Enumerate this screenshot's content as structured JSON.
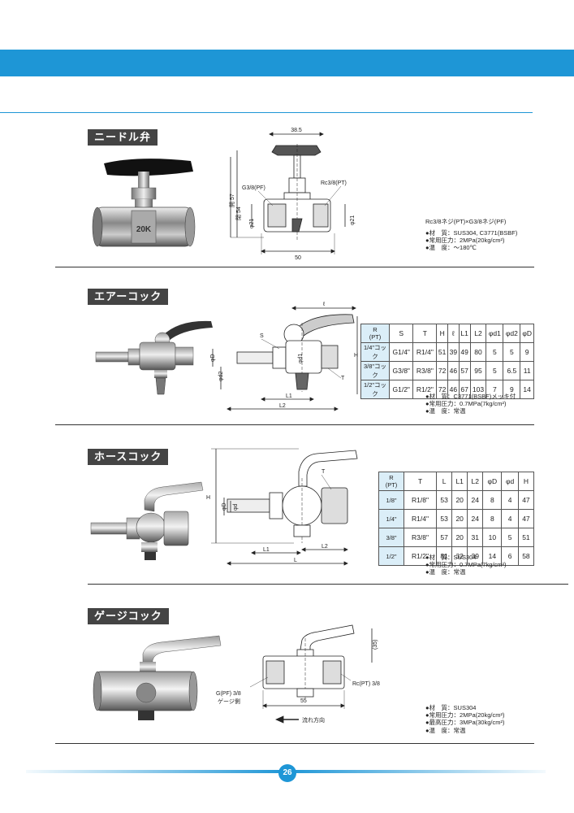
{
  "sections": {
    "needle": {
      "title": "ニードル弁",
      "dims": {
        "width_top": "38.5",
        "width_bottom": "50",
        "port_left": "G3/8(PF)",
        "port_right": "Rc3/8(PT)",
        "h_open": "開 57",
        "h_close": "閉 54",
        "dia_left": "φ21",
        "dia_right": "φ21"
      },
      "note": "Rc3/8ネジ(PT)×G3/8ネジ(PF)",
      "specs": [
        "●材　質：SUS304, C3771(BSBF)",
        "●常用圧力：2MPa(20kg/cm²)",
        "●温　度：〜180℃"
      ],
      "photo_mark": "20K"
    },
    "air": {
      "title": "エアーコック",
      "dims": {
        "l": "ℓ",
        "s": "S",
        "h": "H",
        "d": "φD",
        "d1": "φd1",
        "d2": "φd2",
        "t": "T",
        "l1": "L1",
        "l2": "L2"
      },
      "table": {
        "headers": [
          "R\n(PT)",
          "S",
          "T",
          "H",
          "ℓ",
          "L1",
          "L2",
          "φd1",
          "φd2",
          "φD"
        ],
        "rows": [
          [
            "1/4\"コック",
            "G1/4\"",
            "R1/4\"",
            "51",
            "39",
            "49",
            "80",
            "5",
            "5",
            "9"
          ],
          [
            "3/8\"コック",
            "G3/8\"",
            "R3/8\"",
            "72",
            "46",
            "57",
            "95",
            "5",
            "6.5",
            "11"
          ],
          [
            "1/2\"コック",
            "G1/2\"",
            "R1/2\"",
            "72",
            "46",
            "67",
            "103",
            "7",
            "9",
            "14"
          ]
        ]
      },
      "specs": [
        "●材　質：C3771(BSBF)メッキ付",
        "●常用圧力：0.7MPa(7kg/cm²)",
        "●温　度：常温"
      ]
    },
    "hose": {
      "title": "ホースコック",
      "dims": {
        "h": "H",
        "t": "T",
        "d": "φD",
        "dd": "φd",
        "l1": "L1",
        "l2": "L2",
        "l": "L"
      },
      "table": {
        "headers": [
          "R\n(PT)",
          "T",
          "L",
          "L1",
          "L2",
          "φD",
          "φd",
          "H"
        ],
        "rows": [
          [
            "1/8\"",
            "R1/8\"",
            "53",
            "20",
            "24",
            "8",
            "4",
            "47"
          ],
          [
            "1/4\"",
            "R1/4\"",
            "53",
            "20",
            "24",
            "8",
            "4",
            "47"
          ],
          [
            "3/8\"",
            "R3/8\"",
            "57",
            "20",
            "31",
            "10",
            "5",
            "51"
          ],
          [
            "1/2\"",
            "R1/2\"",
            "81",
            "32",
            "39",
            "14",
            "6",
            "58"
          ]
        ]
      },
      "specs": [
        "●材　質：SUS304",
        "●常用圧力：0.7MPa(7kg/cm²)",
        "●温　度：常温"
      ]
    },
    "gauge": {
      "title": "ゲージコック",
      "dims": {
        "h": "(35)",
        "width": "55",
        "port_left": "G(PF) 3/8",
        "port_left_note": "ゲージ側",
        "port_right": "Rc(PT) 3/8",
        "flow": "流れ方向"
      },
      "specs": [
        "●材　質：SUS304",
        "●常用圧力：2MPa(20kg/cm²)",
        "●最高圧力：3MPa(30kg/cm²)",
        "●温　度：常温"
      ]
    }
  },
  "page_number": "26",
  "colors": {
    "band": "#1e96d6",
    "title_bg": "#444444",
    "table_header": "#dbeef8"
  }
}
